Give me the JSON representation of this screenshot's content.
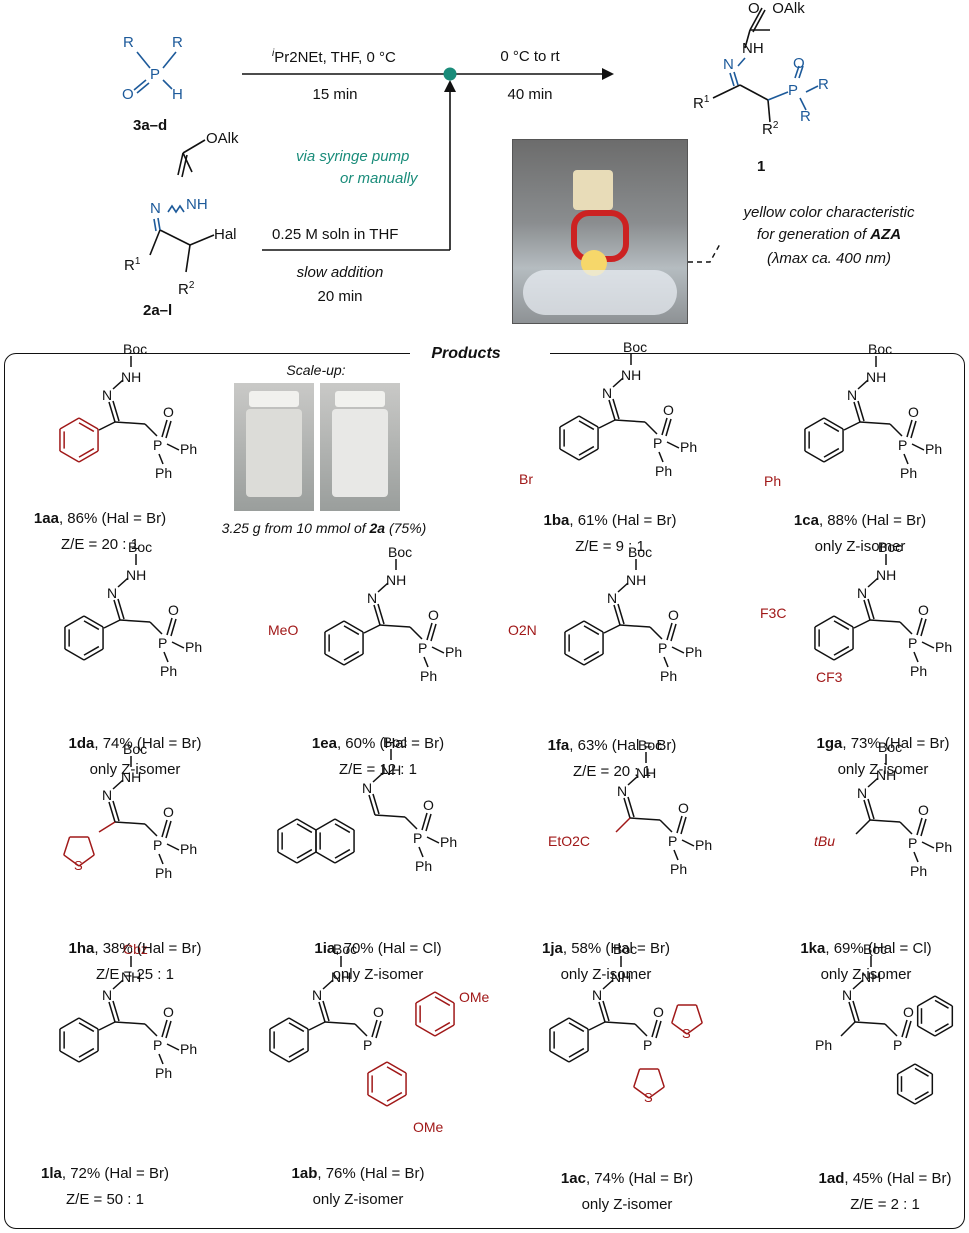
{
  "scheme": {
    "reagent_top": {
      "R1": "R",
      "R2": "R",
      "P": "P",
      "O": "O",
      "H": "H",
      "label": "3a–d"
    },
    "reagent_bottom": {
      "ester": "OAlk",
      "nh": "NH",
      "n": "N",
      "hal": "Hal",
      "r1": "R",
      "r1_sup": "1",
      "r2": "R",
      "r2_sup": "2",
      "label": "2a–l"
    },
    "arrow1_top_sup": "i",
    "arrow1_top": "Pr2NEt, THF, 0 °C",
    "arrow1_bottom": "15 min",
    "arrow2_top": "0 °C to rt",
    "arrow2_bottom": "40 min",
    "pump_line1": "via syringe pump",
    "pump_line2": "or manually",
    "soln_text": "0.25 M soln in THF",
    "slow_addition": "slow addition",
    "slow_time": "20 min",
    "product": {
      "ester": "OAlk",
      "nh": "NH",
      "n": "N",
      "r1": "R",
      "r1_sup": "1",
      "r2": "R",
      "r2_sup": "2",
      "r": "R",
      "p": "P",
      "o": "O",
      "label": "1"
    },
    "note_line1": "yellow color characteristic",
    "note_line2_pre": "for generation of ",
    "note_line2_bold": "AZA",
    "note_line3": "(λmax ca. 400 nm)"
  },
  "products_title": "Products",
  "scale_up": {
    "title": "Scale-up:",
    "caption_pre": "3.25 g from 10 mmol of ",
    "caption_bold": "2a",
    "caption_post": " (75%)"
  },
  "products": [
    {
      "id": "1aa",
      "yield": ", 86% (Hal = Br)",
      "sel": "Z/E = 20 : 1",
      "sub": ""
    },
    {
      "id": "1ba",
      "yield": ", 61% (Hal = Br)",
      "sel": "Z/E = 9 : 1",
      "sub": "Br"
    },
    {
      "id": "1ca",
      "yield": ", 88% (Hal = Br)",
      "sel": "only Z-isomer",
      "sub": "Ph"
    },
    {
      "id": "1da",
      "yield": ", 74% (Hal = Br)",
      "sel": "only Z-isomer",
      "sub": ""
    },
    {
      "id": "1ea",
      "yield": ", 60% (Hal = Br)",
      "sel": "Z/E = 12 : 1",
      "sub": "MeO"
    },
    {
      "id": "1fa",
      "yield": ", 63% (Hal = Br)",
      "sel": "Z/E = 20 : 1",
      "sub": "O2N"
    },
    {
      "id": "1ga",
      "yield": ", 73% (Hal = Br)",
      "sel": "only Z-isomer",
      "sub": "F3C / CF3"
    },
    {
      "id": "1ha",
      "yield": ", 38% (Hal = Br)",
      "sel": "Z/E = 25 : 1",
      "sub": "S"
    },
    {
      "id": "1ia",
      "yield": ", 70% (Hal = Cl)",
      "sel": "only Z-isomer",
      "sub": ""
    },
    {
      "id": "1ja",
      "yield": ", 58% (Hal = Br)",
      "sel": "only Z-isomer",
      "sub": "EtO2C"
    },
    {
      "id": "1ka",
      "yield": ", 69% (Hal = Cl)",
      "sel": "only Z-isomer",
      "sub": "tBu"
    },
    {
      "id": "1la",
      "yield": ", 72% (Hal = Br)",
      "sel": "Z/E = 50 : 1",
      "sub": "Cbz"
    },
    {
      "id": "1ab",
      "yield": ", 76% (Hal = Br)",
      "sel": "only Z-isomer",
      "sub": "OMe"
    },
    {
      "id": "1ac",
      "yield": ", 74% (Hal = Br)",
      "sel": "only Z-isomer",
      "sub": "S"
    },
    {
      "id": "1ad",
      "yield": ", 45% (Hal = Br)",
      "sel": "Z/E = 2 : 1",
      "sub": "Ph"
    }
  ],
  "labels": {
    "boc": "Boc",
    "nh": "NH",
    "n": "N",
    "p": "P",
    "o": "O",
    "ph": "Ph"
  },
  "colors": {
    "red": "#a01818",
    "blue": "#1d5a9a",
    "teal": "#1a8c7a"
  }
}
